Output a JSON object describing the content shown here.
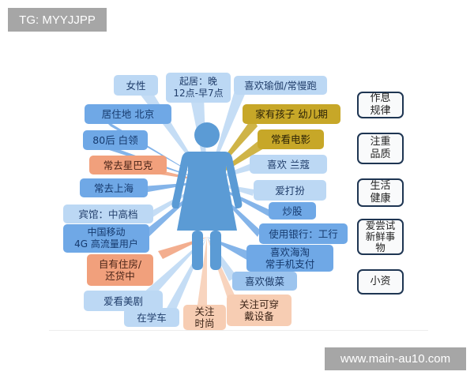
{
  "watermarks": {
    "top": "TG: MYYJJPP",
    "bottom": "www.main-au10.com"
  },
  "colors": {
    "figure": "#5b9bd5",
    "blue": "#6fa8e6",
    "light_blue": "#bcd8f4",
    "mid_blue": "#9cc4ee",
    "orange": "#f1a07c",
    "peach": "#f7cdb3",
    "gold": "#c7a728",
    "category_border": "#1e3552"
  },
  "figure": {
    "icon": "woman-figure-icon"
  },
  "tags": [
    {
      "id": "gender",
      "text": "女性"
    },
    {
      "id": "sleep",
      "text": "起居：晚\n12点-早7点"
    },
    {
      "id": "yoga",
      "text": "喜欢瑜伽/常慢跑"
    },
    {
      "id": "residence",
      "text": "居住地 北京"
    },
    {
      "id": "children",
      "text": "家有孩子  幼儿期"
    },
    {
      "id": "age",
      "text": "80后  白领"
    },
    {
      "id": "movies",
      "text": "常看电影"
    },
    {
      "id": "starbucks",
      "text": "常去星巴克"
    },
    {
      "id": "lancome",
      "text": "喜欢 兰蔻"
    },
    {
      "id": "shanghai",
      "text": "常去上海"
    },
    {
      "id": "dressup",
      "text": "爱打扮"
    },
    {
      "id": "hotel",
      "text": "宾馆：中高档"
    },
    {
      "id": "stocks",
      "text": "炒股"
    },
    {
      "id": "mobile",
      "text": "中国移动\n4G 高流量用户"
    },
    {
      "id": "bank",
      "text": "使用银行：工行"
    },
    {
      "id": "housing",
      "text": "自有住房/\n还贷中"
    },
    {
      "id": "haitao",
      "text": "喜欢海淘\n常手机支付"
    },
    {
      "id": "cooking",
      "text": "喜欢做菜"
    },
    {
      "id": "us_dramas",
      "text": "爱看美剧"
    },
    {
      "id": "wearables",
      "text": "关注可穿\n戴设备"
    },
    {
      "id": "driving",
      "text": "在学车"
    },
    {
      "id": "fashion",
      "text": "关注\n时尚"
    }
  ],
  "categories": [
    {
      "text": "作息\n规律"
    },
    {
      "text": "注重\n品质"
    },
    {
      "text": "生活\n健康"
    },
    {
      "text": "爱尝试\n新鲜事\n物"
    },
    {
      "text": "小资"
    }
  ]
}
